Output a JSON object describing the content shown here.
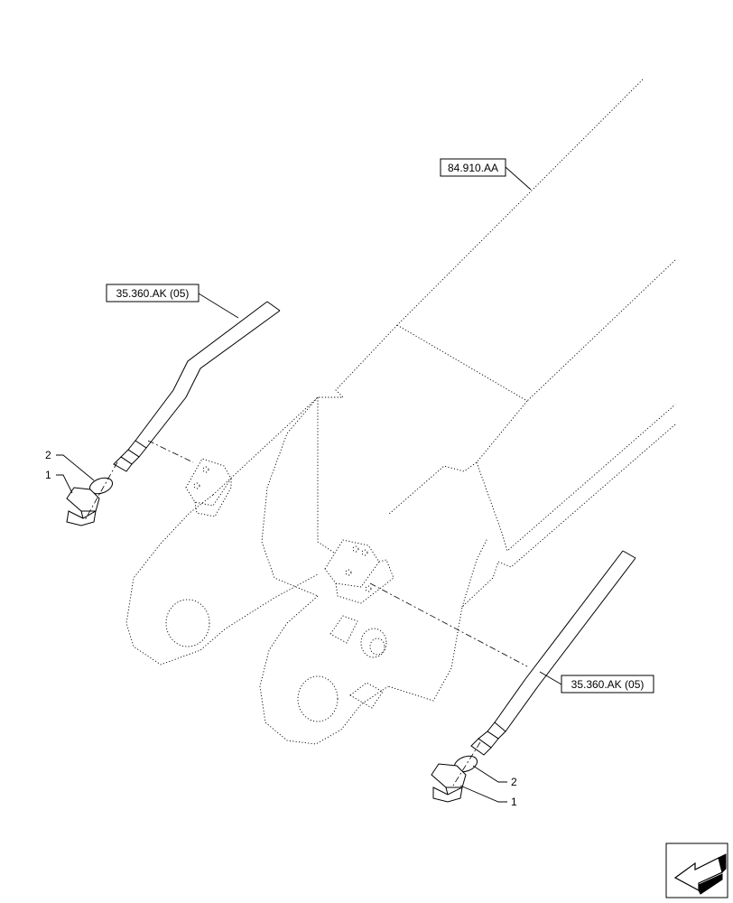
{
  "references": {
    "boom_ref": "84.910.AA",
    "hose_ref_upper": "35.360.AK (05)",
    "hose_ref_lower": "35.360.AK (05)"
  },
  "callouts": {
    "upper_fitting_number": "1",
    "upper_oring_number": "2",
    "lower_oring_number": "2",
    "lower_fitting_number": "1"
  },
  "icons": {
    "navigation": "direction-arrow-icon"
  }
}
